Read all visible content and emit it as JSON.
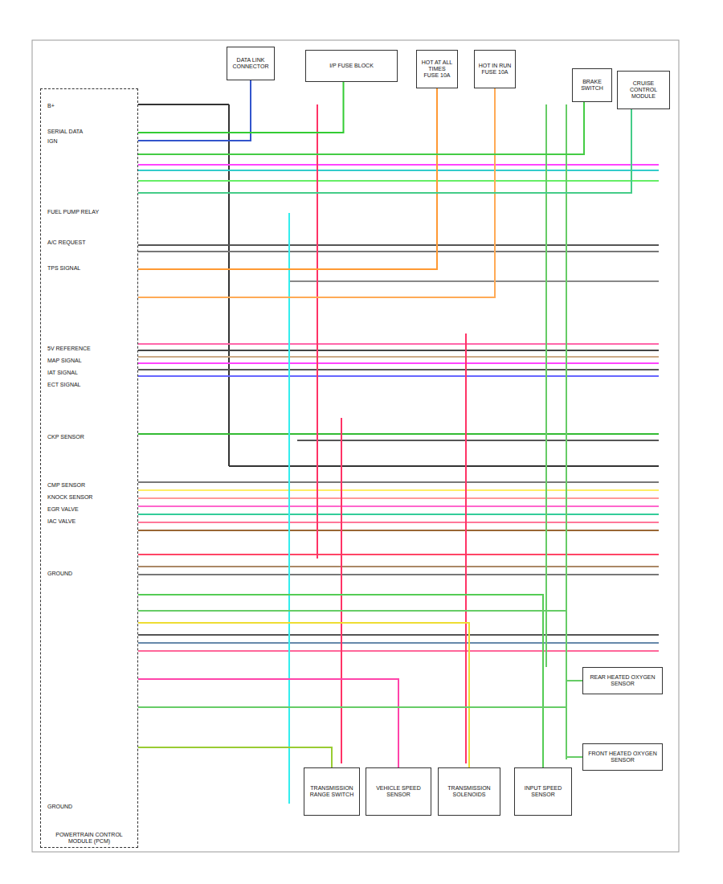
{
  "diagram": {
    "nodes": [
      {
        "text": [
          "POWERTRAIN CONTROL MODULE (PCM)"
        ]
      },
      {
        "text": [
          "DATA LINK CONNECTOR"
        ]
      },
      {
        "text": [
          "I/P FUSE BLOCK"
        ]
      },
      {
        "text": [
          "HOT AT ALL TIMES",
          "FUSE 10A"
        ]
      },
      {
        "text": [
          "HOT IN RUN",
          "FUSE 10A"
        ]
      },
      {
        "text": [
          "BRAKE SWITCH"
        ]
      },
      {
        "text": [
          "CRUISE CONTROL MODULE"
        ]
      },
      {
        "text": [
          "TRANSMISSION RANGE SWITCH"
        ]
      },
      {
        "text": [
          "VEHICLE SPEED SENSOR"
        ]
      },
      {
        "text": [
          "TRANSMISSION SOLENOIDS"
        ]
      },
      {
        "text": [
          "INPUT SPEED SENSOR"
        ]
      },
      {
        "text": [
          "REAR HEATED OXYGEN SENSOR"
        ]
      },
      {
        "text": [
          "FRONT HEATED OXYGEN SENSOR"
        ]
      }
    ],
    "edges": [
      {
        "from": 0,
        "to": 1,
        "arrow": "none"
      },
      {
        "from": 0,
        "to": 2,
        "arrow": "none"
      },
      {
        "from": 0,
        "to": 3,
        "arrow": "none"
      },
      {
        "from": 0,
        "to": 4,
        "arrow": "none"
      },
      {
        "from": 0,
        "to": 5,
        "arrow": "none"
      },
      {
        "from": 0,
        "to": 6,
        "arrow": "none"
      },
      {
        "from": 0,
        "to": 7,
        "arrow": "none"
      },
      {
        "from": 0,
        "to": 8,
        "arrow": "none"
      },
      {
        "from": 0,
        "to": 9,
        "arrow": "none"
      },
      {
        "from": 0,
        "to": 10,
        "arrow": "none"
      },
      {
        "from": 0,
        "to": 11,
        "arrow": "none"
      },
      {
        "from": 0,
        "to": 12,
        "arrow": "none"
      }
    ],
    "labels": [
      "B+",
      "SERIAL DATA",
      "IGN",
      "FUEL PUMP RELAY",
      "A/C REQUEST",
      "TPS SIGNAL",
      "5V REFERENCE",
      "MAP SIGNAL",
      "IAT SIGNAL",
      "ECT SIGNAL",
      "CKP SENSOR",
      "CMP SENSOR",
      "KNOCK SENSOR",
      "EGR VALVE",
      "IAC VALVE",
      "GROUND",
      "GROUND"
    ]
  }
}
